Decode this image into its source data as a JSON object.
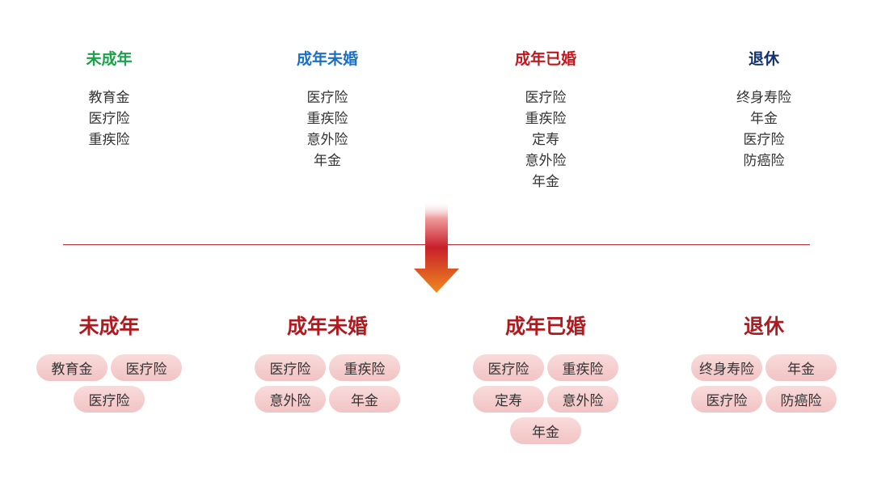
{
  "top": [
    {
      "title": "未成年",
      "color": "#1aa14a",
      "items": [
        "教育金",
        "医疗险",
        "重疾险"
      ]
    },
    {
      "title": "成年未婚",
      "color": "#1a6fc6",
      "items": [
        "医疗险",
        "重疾险",
        "意外险",
        "年金"
      ]
    },
    {
      "title": "成年已婚",
      "color": "#c0181e",
      "items": [
        "医疗险",
        "重疾险",
        "定寿",
        "意外险",
        "年金"
      ]
    },
    {
      "title": "退休",
      "color": "#13316e",
      "items": [
        "终身寿险",
        "年金",
        "医疗险",
        "防癌险"
      ]
    }
  ],
  "bottom": [
    {
      "title": "未成年",
      "items": [
        "教育金",
        "医疗险",
        "医疗险"
      ]
    },
    {
      "title": "成年未婚",
      "items": [
        "医疗险",
        "重疾险",
        "意外险",
        "年金"
      ]
    },
    {
      "title": "成年已婚",
      "items": [
        "医疗险",
        "重疾险",
        "定寿",
        "意外险",
        "年金"
      ]
    },
    {
      "title": "退休",
      "items": [
        "终身寿险",
        "年金",
        "医疗险",
        "防癌险"
      ]
    }
  ],
  "colors": {
    "divider": "#b52a2e",
    "bottom_title": "#b0191e",
    "arrow_top": "#c8202a",
    "arrow_bottom": "#f08a1e"
  }
}
